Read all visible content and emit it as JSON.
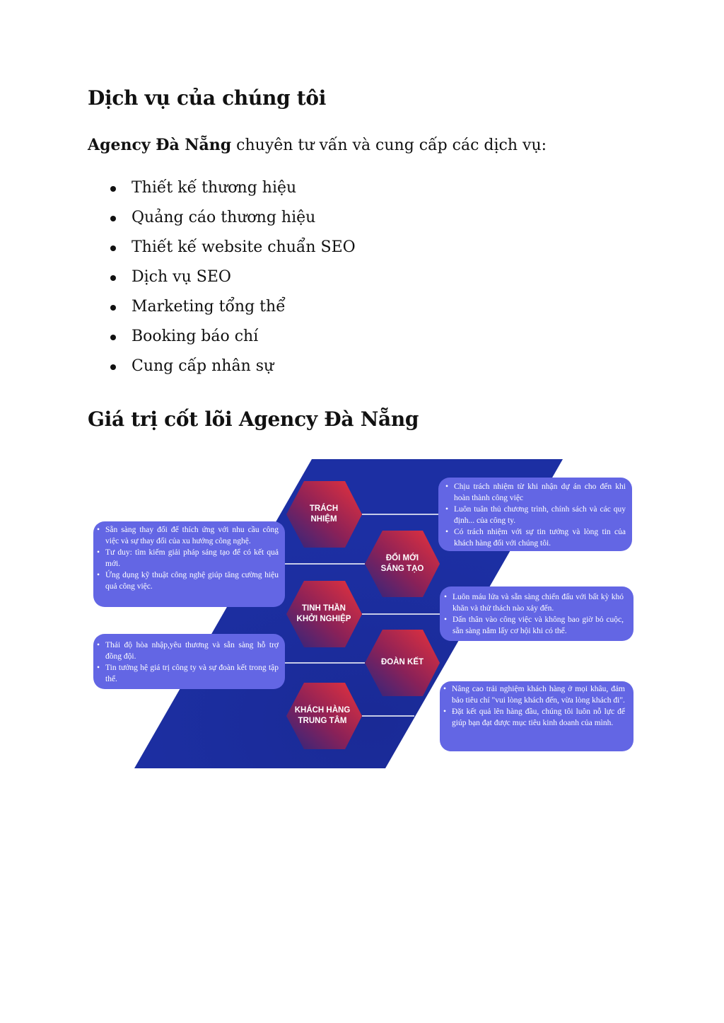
{
  "section1": {
    "heading": "Dịch vụ của chúng tôi",
    "intro_bold": "Agency Đà Nẵng",
    "intro_rest": " chuyên tư vấn và cung cấp các dịch vụ:",
    "services": [
      "Thiết kế thương hiệu",
      "Quảng cáo thương hiệu",
      "Thiết kế website chuẩn SEO",
      "Dịch vụ SEO",
      "Marketing tổng thể",
      "Booking báo chí",
      "Cung cấp nhân sự"
    ]
  },
  "section2": {
    "heading": "Giá trị cốt lõi Agency Đà Nẵng"
  },
  "infographic": {
    "colors": {
      "panel": "#1c2fa3",
      "hex_top": "#b01f3e",
      "hex_bottom": "#2a2680",
      "card": "#6366e4"
    },
    "hexagons": [
      {
        "label": "TRÁCH\nNHIỆM"
      },
      {
        "label": "ĐỔI MỚI\nSÁNG TẠO"
      },
      {
        "label": "TINH THẦN\nKHỞI NGHIỆP"
      },
      {
        "label": "ĐOÀN KẾT"
      },
      {
        "label": "KHÁCH HÀNG\nTRUNG TÂM"
      }
    ],
    "cards": [
      {
        "items": [
          "Chịu trách nhiệm từ khi nhận dự án cho đến khi hoàn thành công việc",
          "Luôn tuân thủ chương trình, chính sách và các quy định... của công ty.",
          "Có trách nhiệm với sự tin tưởng và lòng tin của khách hàng đối với chúng tôi."
        ]
      },
      {
        "items": [
          "Sẵn sàng thay đổi để thích ứng với nhu cầu công việc và sự thay đổi của xu hướng công nghệ.",
          "Tư duy: tìm kiếm giải pháp sáng tạo để có kết quả mới.",
          "Ứng dụng kỹ thuật công nghệ giúp tăng cường hiệu quả công việc."
        ]
      },
      {
        "items": [
          "Luôn máu lửa và sẵn sàng chiến đấu với bất kỳ khó khăn và thử thách nào xảy đến.",
          "Dấn thân vào công việc và không bao giờ bỏ cuộc, sẵn sàng nắm lấy cơ hội khi có thể."
        ]
      },
      {
        "items": [
          "Thái độ hòa nhập,yêu thương và sẵn sàng hỗ trợ đồng đội.",
          "Tin tưởng hệ giá trị công ty và sự đoàn kết trong tập thể."
        ]
      },
      {
        "items": [
          "Nâng cao trải nghiệm khách hàng ở mọi khâu, đảm bảo tiêu chí \"vui lòng khách đến, vừa lòng khách đi\".",
          "Đặt kết quả lên hàng đầu, chúng tôi luôn nỗ lực để giúp bạn đạt được mục tiêu kinh doanh của mình."
        ]
      }
    ]
  }
}
